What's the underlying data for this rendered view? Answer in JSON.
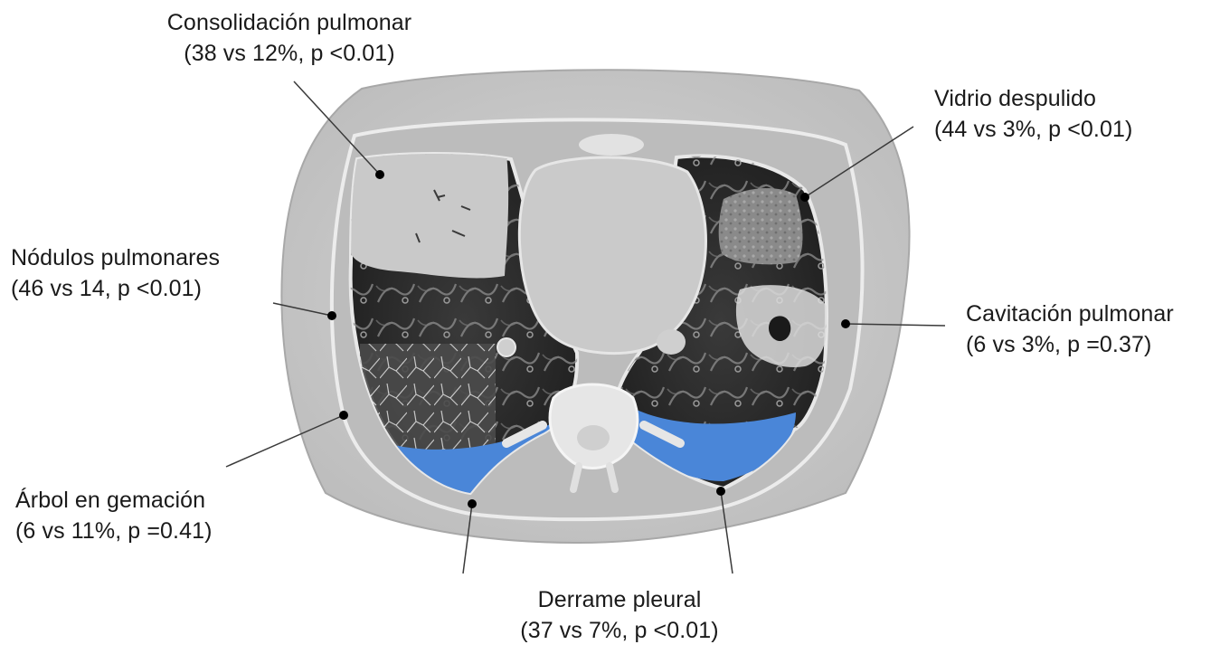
{
  "annotations": [
    {
      "id": "consolidacion",
      "name": "Consolidación pulmonar",
      "stats": "(38 vs 12%, p <0.01)"
    },
    {
      "id": "vidrio",
      "name": "Vidrio despulido",
      "stats": "(44 vs 3%, p <0.01)"
    },
    {
      "id": "nodulos",
      "name": "Nódulos pulmonares",
      "stats": "(46 vs 14, p <0.01)"
    },
    {
      "id": "cavitacion",
      "name": "Cavitación pulmonar",
      "stats": "(6 vs 3%, p =0.37)"
    },
    {
      "id": "arbol",
      "name": "Árbol en gemación",
      "stats": "(6 vs 11%, p =0.41)"
    },
    {
      "id": "derrame",
      "name": "Derrame pleural",
      "stats": "(37 vs 7%, p <0.01)"
    }
  ],
  "colors": {
    "effusion_overlay": "#4a86d8",
    "leader_line": "#3a3a3a",
    "marker_dot": "#000000",
    "body_tissue": "#cfcfcf",
    "lung_field": "#2a2a2a"
  }
}
